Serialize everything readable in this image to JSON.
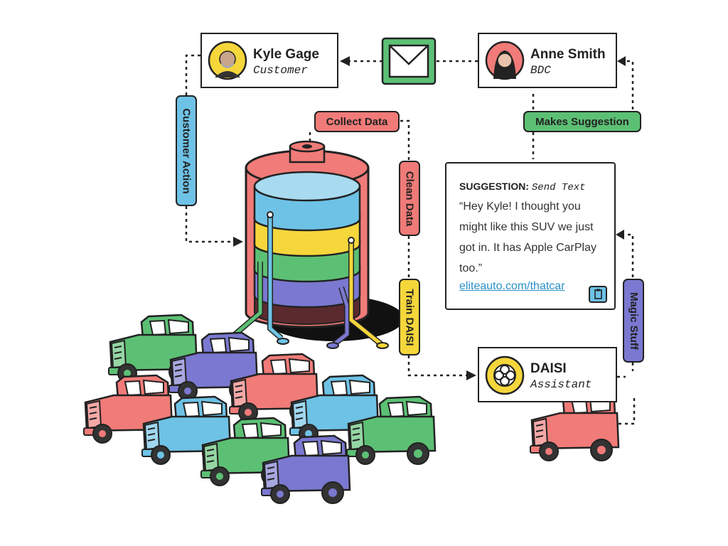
{
  "nodes": {
    "kyle": {
      "name": "Kyle Gage",
      "role": "Customer"
    },
    "anne": {
      "name": "Anne Smith",
      "role": "BDC"
    },
    "daisi": {
      "name": "DAISI",
      "role": "Assistant"
    }
  },
  "edges": {
    "collect": "Collect Data",
    "clean": "Clean Data",
    "train": "Train DAISI",
    "customer_action": "Customer Action",
    "makes_suggestion": "Makes Suggestion",
    "magic": "Magic Stuff"
  },
  "suggestion": {
    "label": "SUGGESTION:",
    "type": "Send Text",
    "message": "“Hey Kyle! I thought you might like this SUV we just got in. It has Apple CarPlay too.”",
    "link": "eliteauto.com/thatcar"
  },
  "colors": {
    "red": "#f07b78",
    "blue": "#6ec2e6",
    "yellow": "#f5d63b",
    "green": "#5cc074",
    "purple": "#7a78d0",
    "dark": "#222222"
  },
  "icons": [
    "envelope-icon",
    "daisi-logo-icon",
    "clipboard-icon",
    "kyle-avatar",
    "anne-avatar"
  ]
}
